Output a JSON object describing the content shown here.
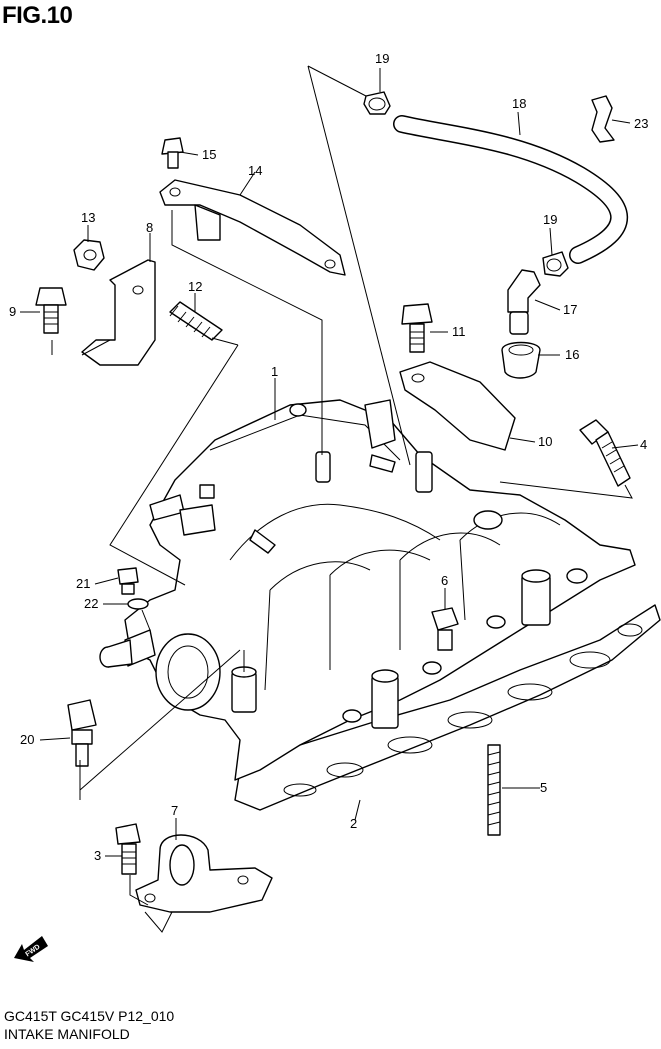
{
  "figure": {
    "title": "FIG.10"
  },
  "footer": {
    "model_code": "GC415T GC415V P12_010",
    "assembly_name": "INTAKE MANIFOLD"
  },
  "direction_badge": {
    "text": "FWD"
  },
  "callouts": [
    {
      "id": "c1",
      "label": "1"
    },
    {
      "id": "c2",
      "label": "2"
    },
    {
      "id": "c3",
      "label": "3"
    },
    {
      "id": "c4",
      "label": "4"
    },
    {
      "id": "c5",
      "label": "5"
    },
    {
      "id": "c6",
      "label": "6"
    },
    {
      "id": "c7",
      "label": "7"
    },
    {
      "id": "c8",
      "label": "8"
    },
    {
      "id": "c9",
      "label": "9"
    },
    {
      "id": "c10",
      "label": "10"
    },
    {
      "id": "c11",
      "label": "11"
    },
    {
      "id": "c12",
      "label": "12"
    },
    {
      "id": "c13",
      "label": "13"
    },
    {
      "id": "c14",
      "label": "14"
    },
    {
      "id": "c15",
      "label": "15"
    },
    {
      "id": "c16",
      "label": "16"
    },
    {
      "id": "c17",
      "label": "17"
    },
    {
      "id": "c18",
      "label": "18"
    },
    {
      "id": "c19a",
      "label": "19"
    },
    {
      "id": "c19b",
      "label": "19"
    },
    {
      "id": "c20",
      "label": "20"
    },
    {
      "id": "c21",
      "label": "21"
    },
    {
      "id": "c22",
      "label": "22"
    },
    {
      "id": "c23",
      "label": "23"
    }
  ]
}
